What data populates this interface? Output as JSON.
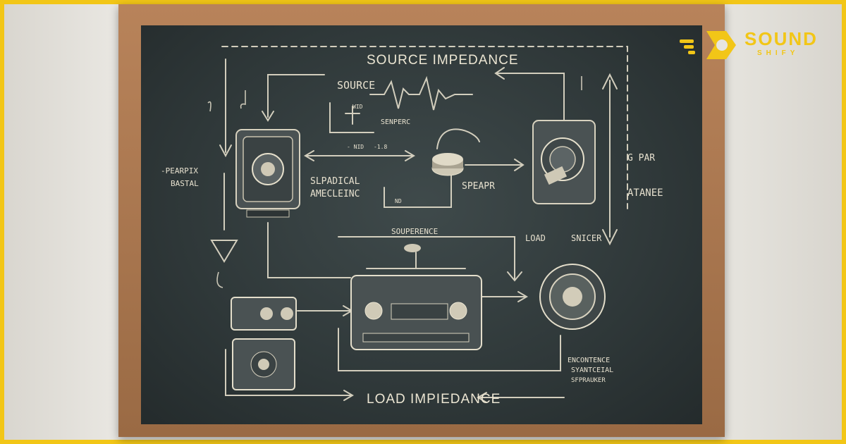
{
  "logo": {
    "name": "SOUND",
    "sub": "SHIFY"
  },
  "board": {
    "title_top": "SOURCE IMPEDANCE",
    "title_bottom": "LOAD IMPIEDANCE",
    "labels": {
      "source": "SOURCE",
      "senperc": "SENPERC",
      "sepadical": "SLPADICAL",
      "amecleinc": "AMECLEINC",
      "speapr": "SPEAPR",
      "pearpix": "-PEARPIX",
      "bastal": "BASTAL",
      "souperence": "SOUPERENCE",
      "load": "LOAD",
      "spicer": "SNICER",
      "encontence": "ENCONTENCE",
      "syantceial": "SYANTCEIAL",
      "sfpraukier": "SFPRAUKER",
      "ataneie": "ATANEE",
      "gpar": "G PAR",
      "wid": "WID",
      "nid": "- NID",
      "num": "-1.8",
      "nd": "ND"
    }
  },
  "colors": {
    "accent": "#f2c617",
    "chalk": "#e7e1cf",
    "board": "#2f3839",
    "frame": "#a5734b"
  }
}
